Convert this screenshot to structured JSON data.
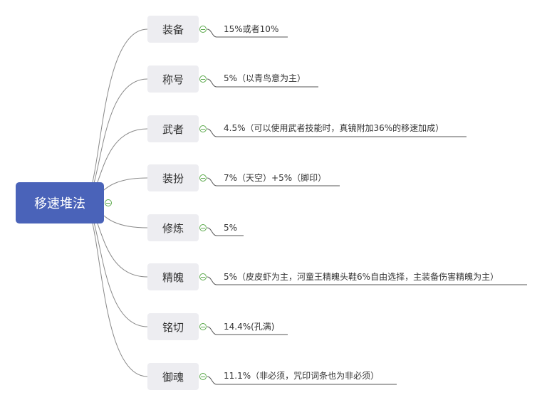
{
  "root": {
    "label": "移速堆法"
  },
  "colors": {
    "root_bg": "#4a63b9",
    "branch_bg": "#ededf1",
    "line": "#8a8a8a",
    "collapse": "#5aa84a"
  },
  "branches": [
    {
      "label": "装备",
      "detail": "15%或者10%"
    },
    {
      "label": "称号",
      "detail": "5%（以青鸟意为主）"
    },
    {
      "label": "武者",
      "detail": "4.5%（可以使用武者技能时，真镜附加36%的移速加成）"
    },
    {
      "label": "装扮",
      "detail": "7%（天空）+5%（脚印）"
    },
    {
      "label": "修炼",
      "detail": "5%"
    },
    {
      "label": "精魄",
      "detail": "5%（皮皮虾为主，河童王精魄头鞋6%自由选择，主装备伤害精魄为主）"
    },
    {
      "label": "铭切",
      "detail": "14.4%(孔满)"
    },
    {
      "label": "御魂",
      "detail": "11.1%（非必须，咒印词条也为非必须）"
    }
  ]
}
